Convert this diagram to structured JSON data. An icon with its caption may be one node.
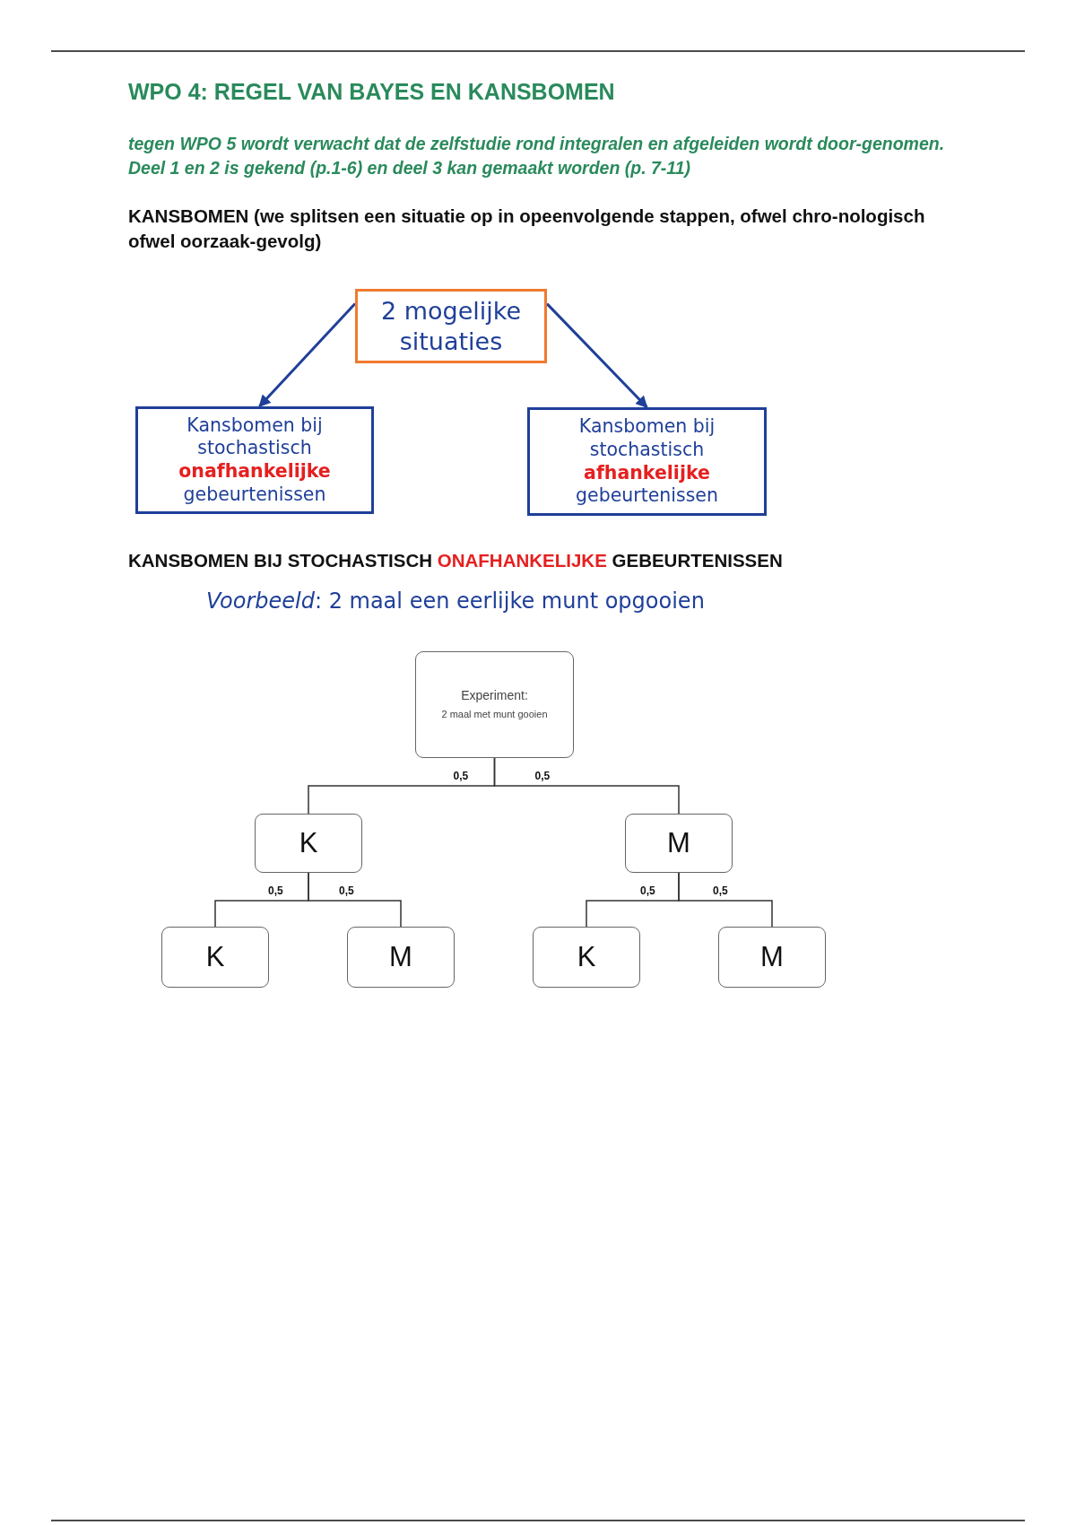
{
  "diagram": {
    "title": "WPO 4: REGEL VAN BAYES EN KANSBOMEN",
    "nodes": [
      {
        "text": [
          "2 mogelijke situaties"
        ]
      },
      {
        "text": [
          "Kansbomen bij stochastisch **onafhankelijke** gebeurtenissen"
        ]
      },
      {
        "text": [
          "Kansbomen bij stochastisch **afhankelijke** gebeurtenissen"
        ]
      },
      {
        "text": [
          "Experiment:",
          "2 maal met munt gooien"
        ]
      },
      {
        "text": [
          "K"
        ]
      },
      {
        "text": [
          "M"
        ]
      },
      {
        "text": [
          "K"
        ]
      },
      {
        "text": [
          "M"
        ]
      },
      {
        "text": [
          "K"
        ]
      },
      {
        "text": [
          "M"
        ]
      }
    ],
    "edges": [
      {
        "from": 0,
        "to": 1,
        "arrow": "to",
        "color": "#1f3f99"
      },
      {
        "from": 0,
        "to": 2,
        "arrow": "to",
        "color": "#1f3f99"
      },
      {
        "from": 3,
        "to": 4,
        "arrow": "none",
        "label": "0,5"
      },
      {
        "from": 3,
        "to": 5,
        "arrow": "none",
        "label": "0,5"
      },
      {
        "from": 4,
        "to": 6,
        "arrow": "none",
        "label": "0,5"
      },
      {
        "from": 4,
        "to": 7,
        "arrow": "none",
        "label": "0,5"
      },
      {
        "from": 5,
        "to": 8,
        "arrow": "none",
        "label": "0,5"
      },
      {
        "from": 5,
        "to": 9,
        "arrow": "none",
        "label": "0,5"
      }
    ],
    "labels": [
      "tegen WPO 5 wordt verwacht dat de zelfstudie rond integralen en afgeleiden wordt door-genomen. Deel 1 en 2 is gekend (p.1-6) en deel 3 kan gemaakt worden (p. 7-11)",
      "KANSBOMEN (we splitsen een situatie op in opeenvolgende stappen, ofwel chro-nologisch ofwel oorzaak-gevolg)",
      "KANSBOMEN BIJ STOCHASTISCH **ONAFHANKELIJKE** GEBEURTENISSEN",
      "*Voorbeeld*: 2 maal een eerlijke munt opgooien"
    ]
  }
}
